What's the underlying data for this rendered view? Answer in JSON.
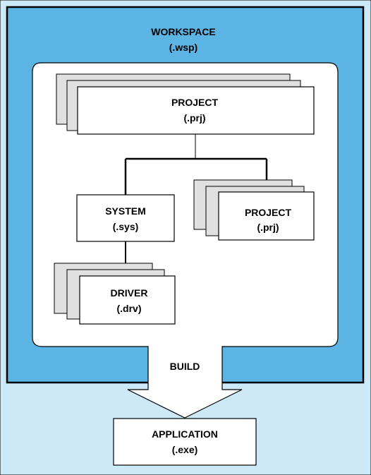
{
  "colors": {
    "outer_background": "#cde9f7",
    "workspace_fill": "#5bb4e4",
    "panel_fill": "#ffffff",
    "stack_fill": "#e0e0e0",
    "box_fill": "#ffffff",
    "line": "#000000"
  },
  "workspace": {
    "title": "WORKSPACE",
    "ext": "(.wsp)"
  },
  "project_main": {
    "title": "PROJECT",
    "ext": "(.prj)"
  },
  "system": {
    "title": "SYSTEM",
    "ext": "(.sys)"
  },
  "project_sub": {
    "title": "PROJECT",
    "ext": "(.prj)"
  },
  "driver": {
    "title": "DRIVER",
    "ext": "(.drv)"
  },
  "build": {
    "label": "BUILD"
  },
  "application": {
    "title": "APPLICATION",
    "ext": "(.exe)"
  }
}
